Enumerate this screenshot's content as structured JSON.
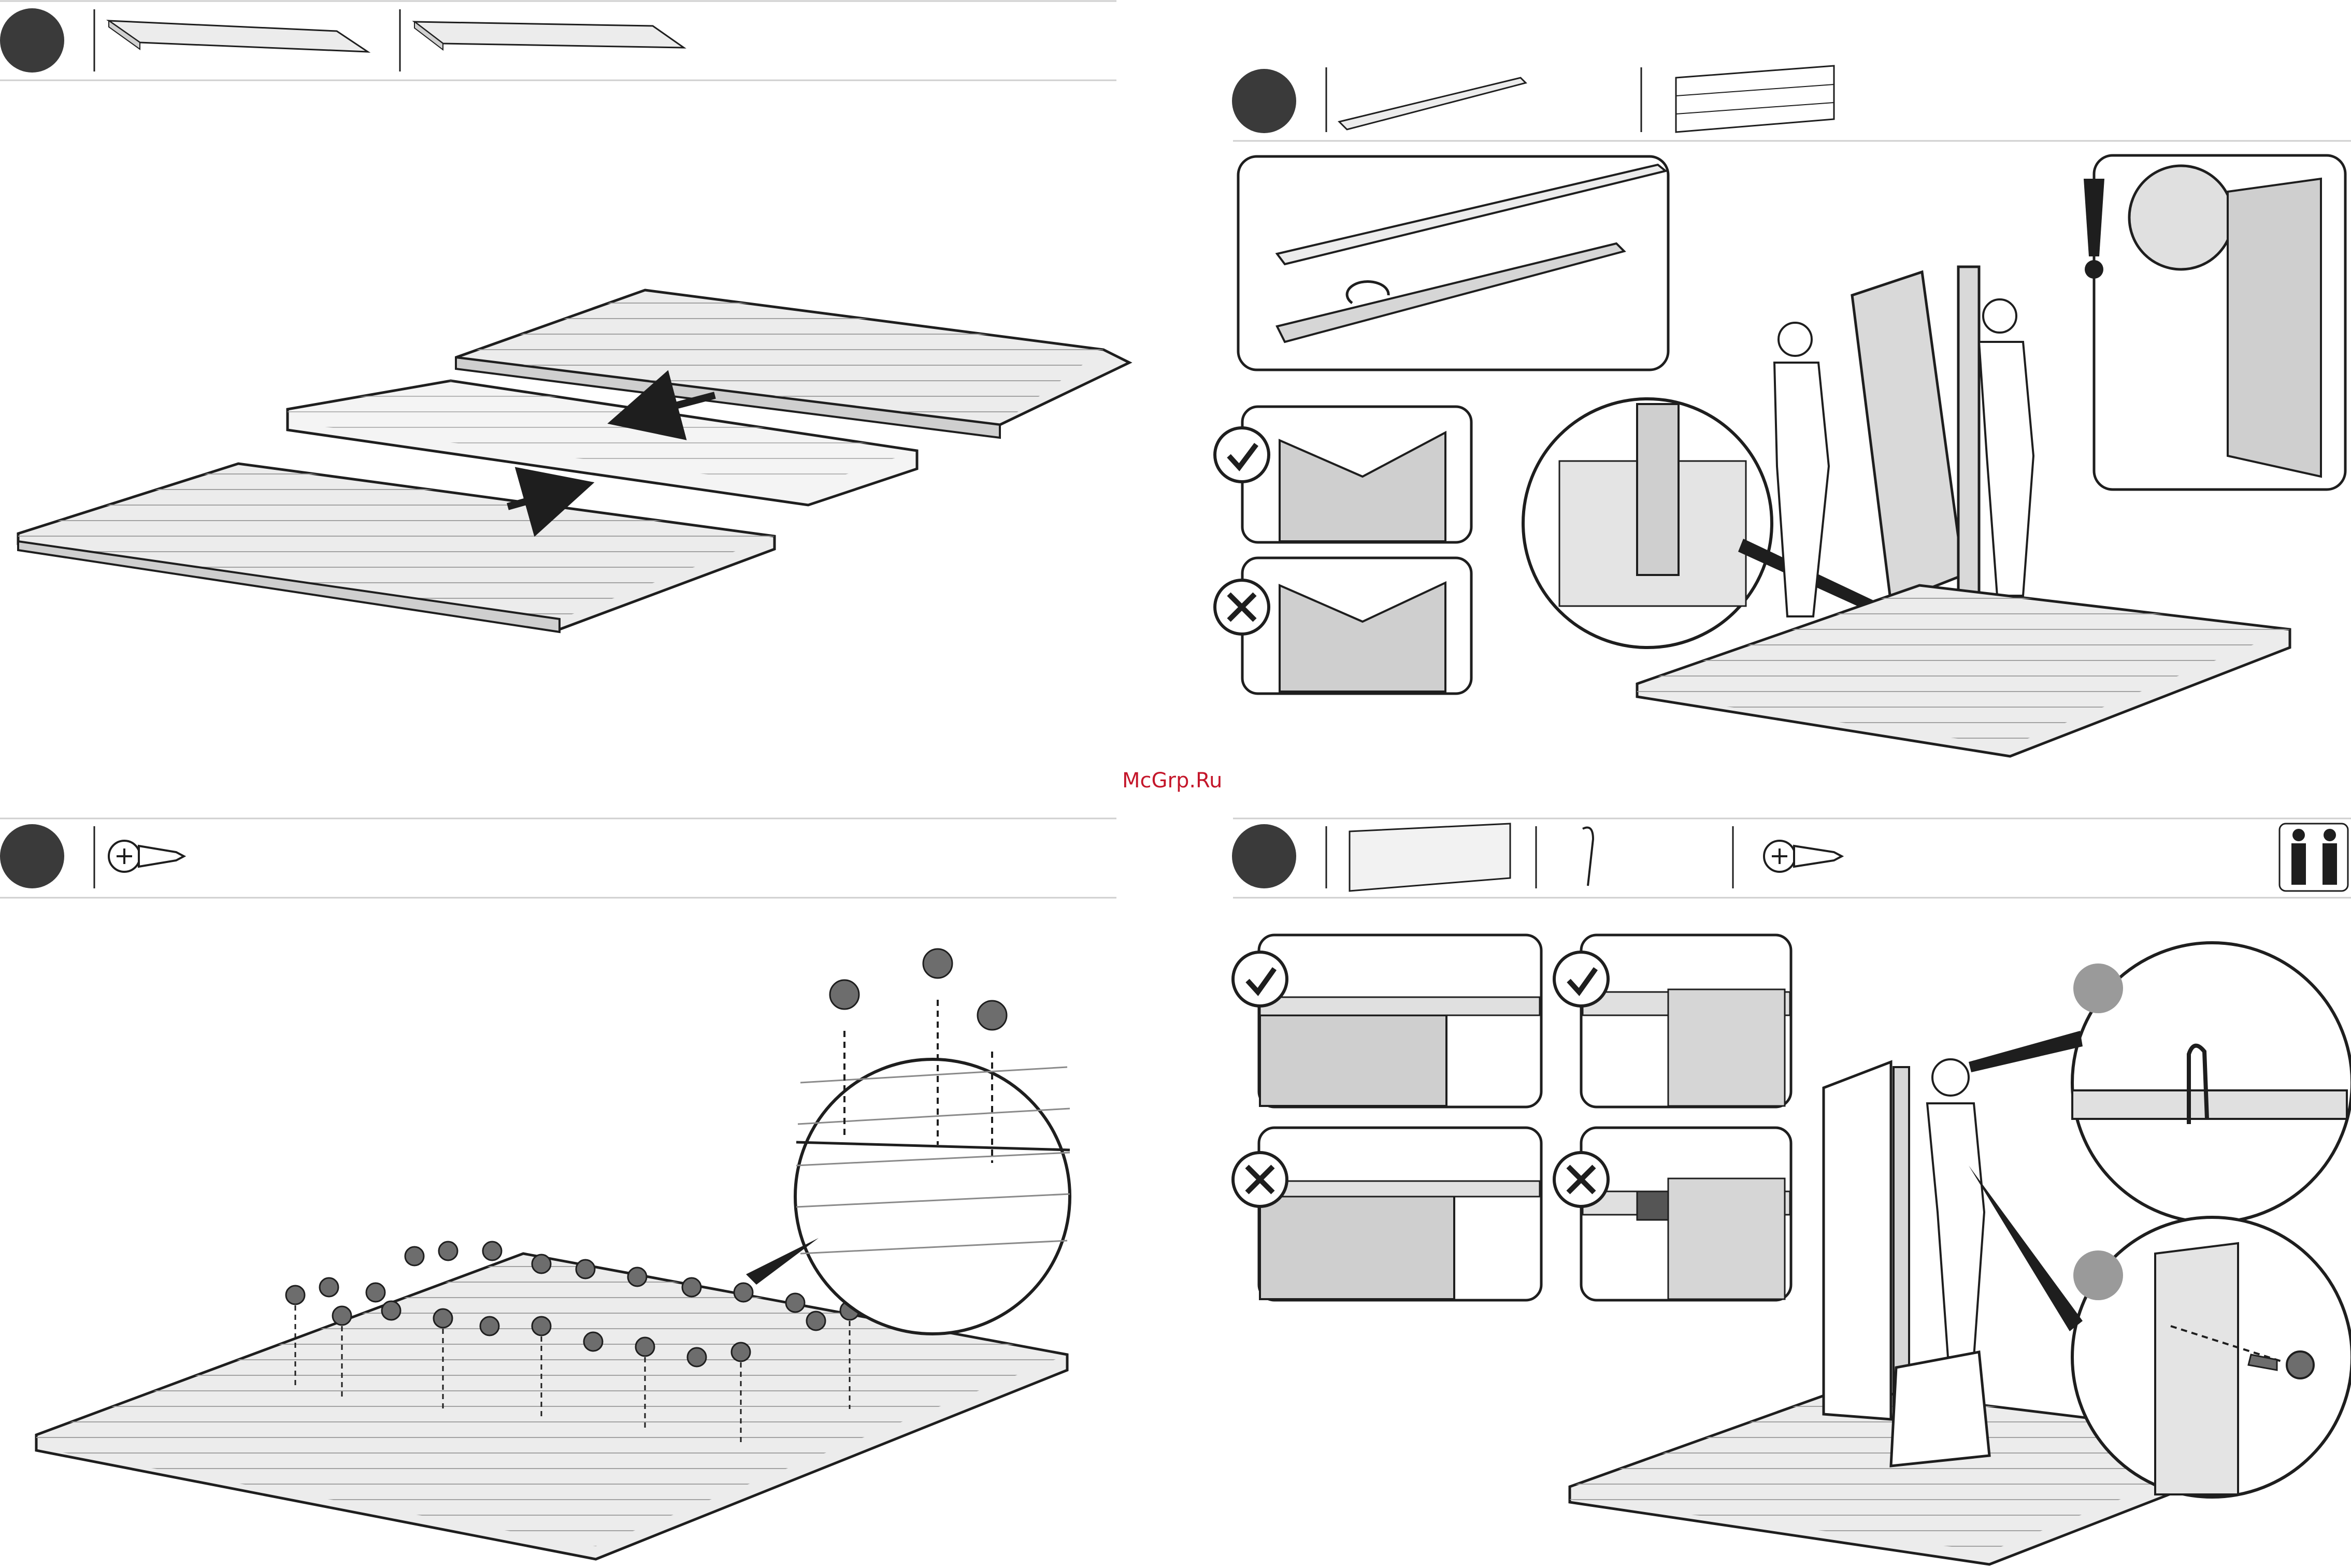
{
  "watermark": "McGrp.Ru",
  "colors": {
    "step_circle": "#3a3a3a",
    "line": "#1e1e1e",
    "panel_fill": "#e6e6e6",
    "detail_fill": "#c8c8c8",
    "watermark": "#c4162a"
  },
  "steps": [
    {
      "id": "floor-assembly",
      "icons": [
        "floor-panel-left",
        "floor-panel-right"
      ]
    },
    {
      "id": "first-wall",
      "icons": [
        "corner-profile",
        "wall-panel"
      ],
      "checks": [
        "correct-check-icon",
        "wrong-cross-icon"
      ],
      "warning": "exclamation-icon"
    },
    {
      "id": "floor-screws",
      "icons": [
        "screw-icon"
      ]
    },
    {
      "id": "wall-connection",
      "icons": [
        "wall-panel",
        "clip",
        "screw-icon",
        "two-persons-icon"
      ],
      "checks": [
        "correct-check-icon",
        "correct-check-icon",
        "wrong-cross-icon",
        "wrong-cross-icon"
      ]
    }
  ]
}
